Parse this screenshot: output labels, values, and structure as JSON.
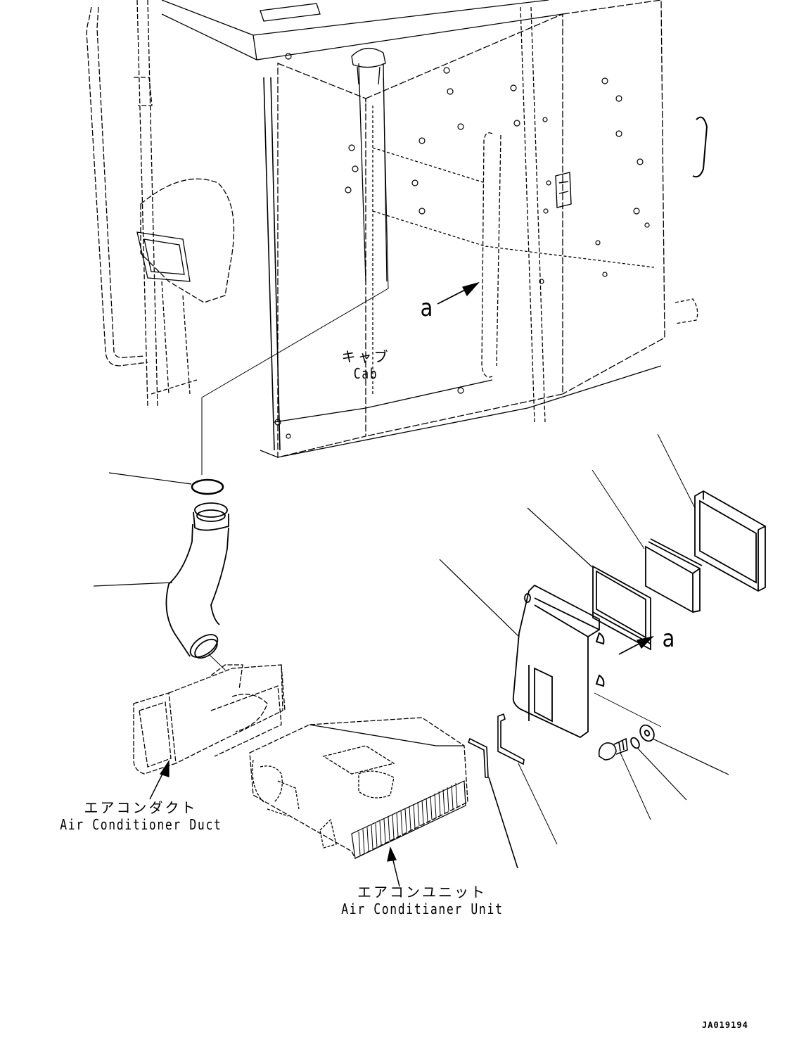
{
  "diagram": {
    "type": "exploded-parts-view",
    "drawing_code": "JA019194",
    "view_reference": "a",
    "components": [
      {
        "id": "cab",
        "jp": "キャブ",
        "en": "Cab"
      },
      {
        "id": "ac-duct",
        "jp": "エアコンダクト",
        "en": "Air Conditioner Duct"
      },
      {
        "id": "ac-unit",
        "jp": "エアコンユニット",
        "en": "Air Conditianer Unit"
      }
    ],
    "parts": [
      {
        "name": "o-ring"
      },
      {
        "name": "duct-hose"
      },
      {
        "name": "filter-cover"
      },
      {
        "name": "seal-frame"
      },
      {
        "name": "filter-element"
      },
      {
        "name": "outer-frame"
      },
      {
        "name": "bracket-l"
      },
      {
        "name": "bracket-u"
      },
      {
        "name": "bolt"
      },
      {
        "name": "washer"
      },
      {
        "name": "nut-washer"
      }
    ]
  }
}
